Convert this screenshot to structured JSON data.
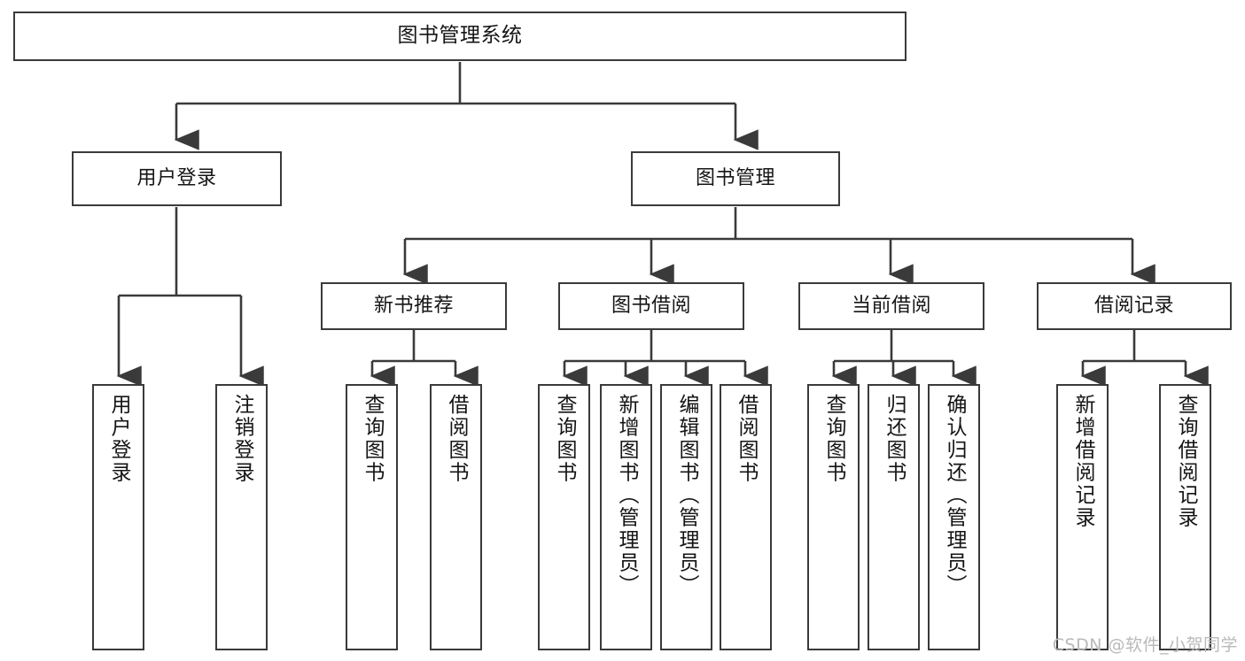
{
  "diagram": {
    "title": "图书管理系统",
    "type": "tree",
    "watermark": "CSDN @软件_小贺同学",
    "colors": {
      "box_border": "#3a3a3a",
      "box_fill": "#ffffff",
      "edge": "#3a3a3a",
      "text": "#151515",
      "watermark": "#b9b9b9",
      "background": "#ffffff"
    },
    "nodes": {
      "root": {
        "label": "图书管理系统",
        "level": 0
      },
      "level1": [
        {
          "id": "user-login",
          "label": "用户登录"
        },
        {
          "id": "book-manage",
          "label": "图书管理"
        }
      ],
      "level2": [
        {
          "id": "new-book-recommend",
          "label": "新书推荐",
          "parent": "book-manage"
        },
        {
          "id": "book-borrow",
          "label": "图书借阅",
          "parent": "book-manage"
        },
        {
          "id": "current-borrow",
          "label": "当前借阅",
          "parent": "book-manage"
        },
        {
          "id": "borrow-record",
          "label": "借阅记录",
          "parent": "book-manage"
        }
      ],
      "leaves": {
        "user-login": [
          {
            "id": "leaf-user-login",
            "label": "用户登录"
          },
          {
            "id": "leaf-logout-login",
            "label": "注销登录"
          }
        ],
        "new-book-recommend": [
          {
            "id": "leaf-query-book-1",
            "label": "查询图书"
          },
          {
            "id": "leaf-borrow-book-1",
            "label": "借阅图书"
          }
        ],
        "book-borrow": [
          {
            "id": "leaf-query-book-2",
            "label": "查询图书"
          },
          {
            "id": "leaf-add-book",
            "label": "新增图书（管理员）"
          },
          {
            "id": "leaf-edit-book",
            "label": "编辑图书（管理员）"
          },
          {
            "id": "leaf-borrow-book-2",
            "label": "借阅图书"
          }
        ],
        "current-borrow": [
          {
            "id": "leaf-query-book-3",
            "label": "查询图书"
          },
          {
            "id": "leaf-return-book",
            "label": "归还图书"
          },
          {
            "id": "leaf-confirm-return",
            "label": "确认归还（管理员）"
          }
        ],
        "borrow-record": [
          {
            "id": "leaf-add-record",
            "label": "新增借阅记录"
          },
          {
            "id": "leaf-query-record",
            "label": "查询借阅记录"
          }
        ]
      }
    }
  }
}
